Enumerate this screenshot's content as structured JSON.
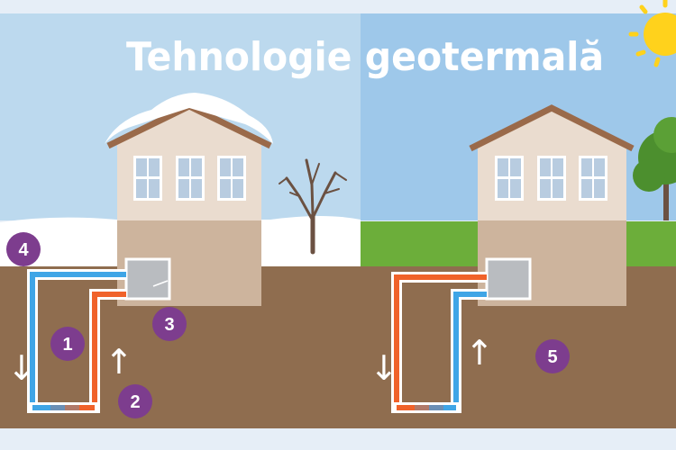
{
  "title": "Tehnologie geotermală",
  "colors": {
    "sky_winter": "#bcd9ee",
    "sky_summer": "#9ec8ea",
    "snow": "#ffffff",
    "grass": "#6cae3a",
    "soil": "#8f6d4f",
    "house_upper": "#eadccf",
    "house_lower": "#cdb49d",
    "roof": "#9a6a4a",
    "window": "#b8cce0",
    "window_frame": "#ffffff",
    "pipe_cold": "#3fa5e6",
    "pipe_hot": "#f0622a",
    "badge": "#7d3d8e",
    "sun": "#ffd21c",
    "tree_green": "#4c8f2e",
    "tree_bare": "#6b5142",
    "pump": "#b9bcc0"
  },
  "winter_scene": {
    "label_loop": "1",
    "label_return": "2",
    "label_pump": "3",
    "label_ground": "4",
    "arrow_down": "↓",
    "arrow_up": "↑"
  },
  "summer_scene": {
    "label_ground": "5",
    "arrow_down": "↓",
    "arrow_up": "↑"
  }
}
